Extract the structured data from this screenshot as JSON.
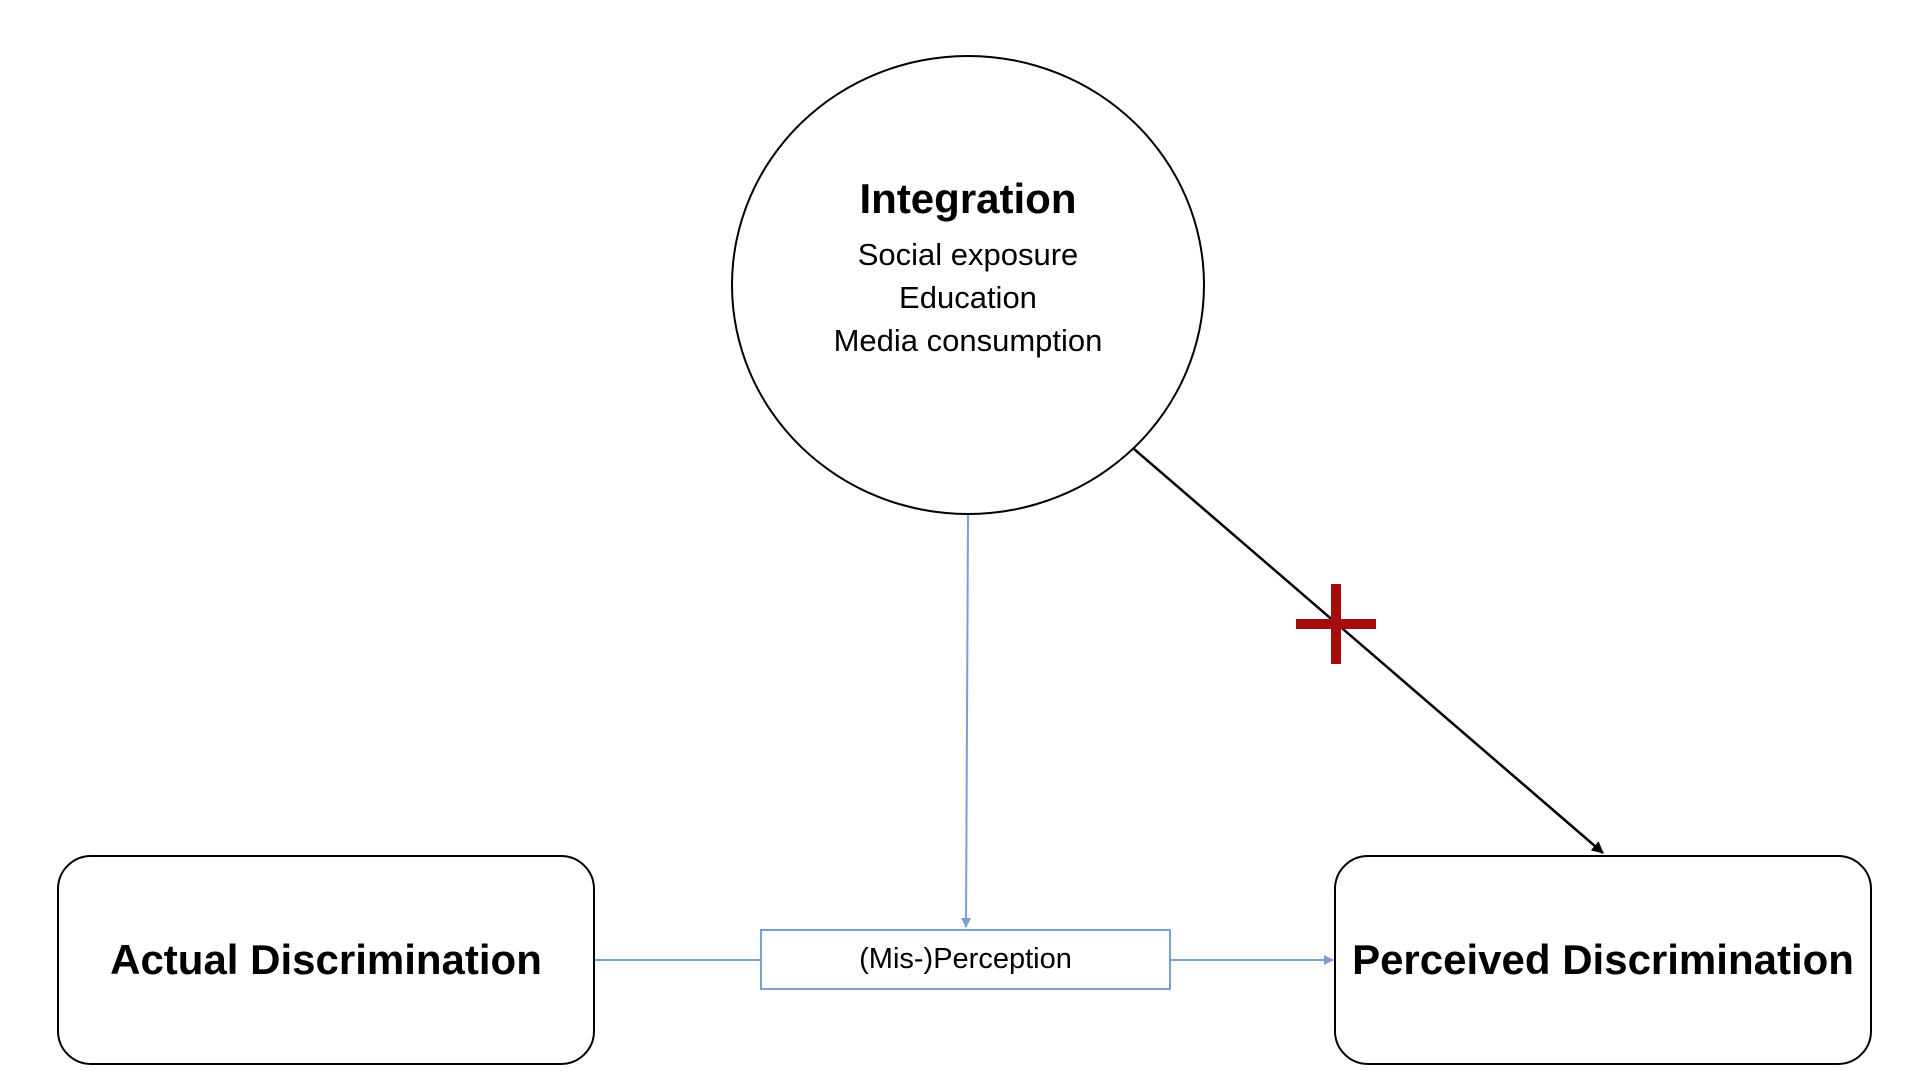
{
  "integration": {
    "title": "Integration",
    "items": [
      "Social exposure",
      "Education",
      "Media consumption"
    ]
  },
  "actual": {
    "label": "Actual Discrimination"
  },
  "perceived": {
    "label": "Perceived Discrimination"
  },
  "mediator": {
    "label": "(Mis-)Perception"
  },
  "colors": {
    "blue_connector": "#7a9fd4",
    "black_connector": "#000000",
    "effect_sign": "#a50d0d"
  }
}
